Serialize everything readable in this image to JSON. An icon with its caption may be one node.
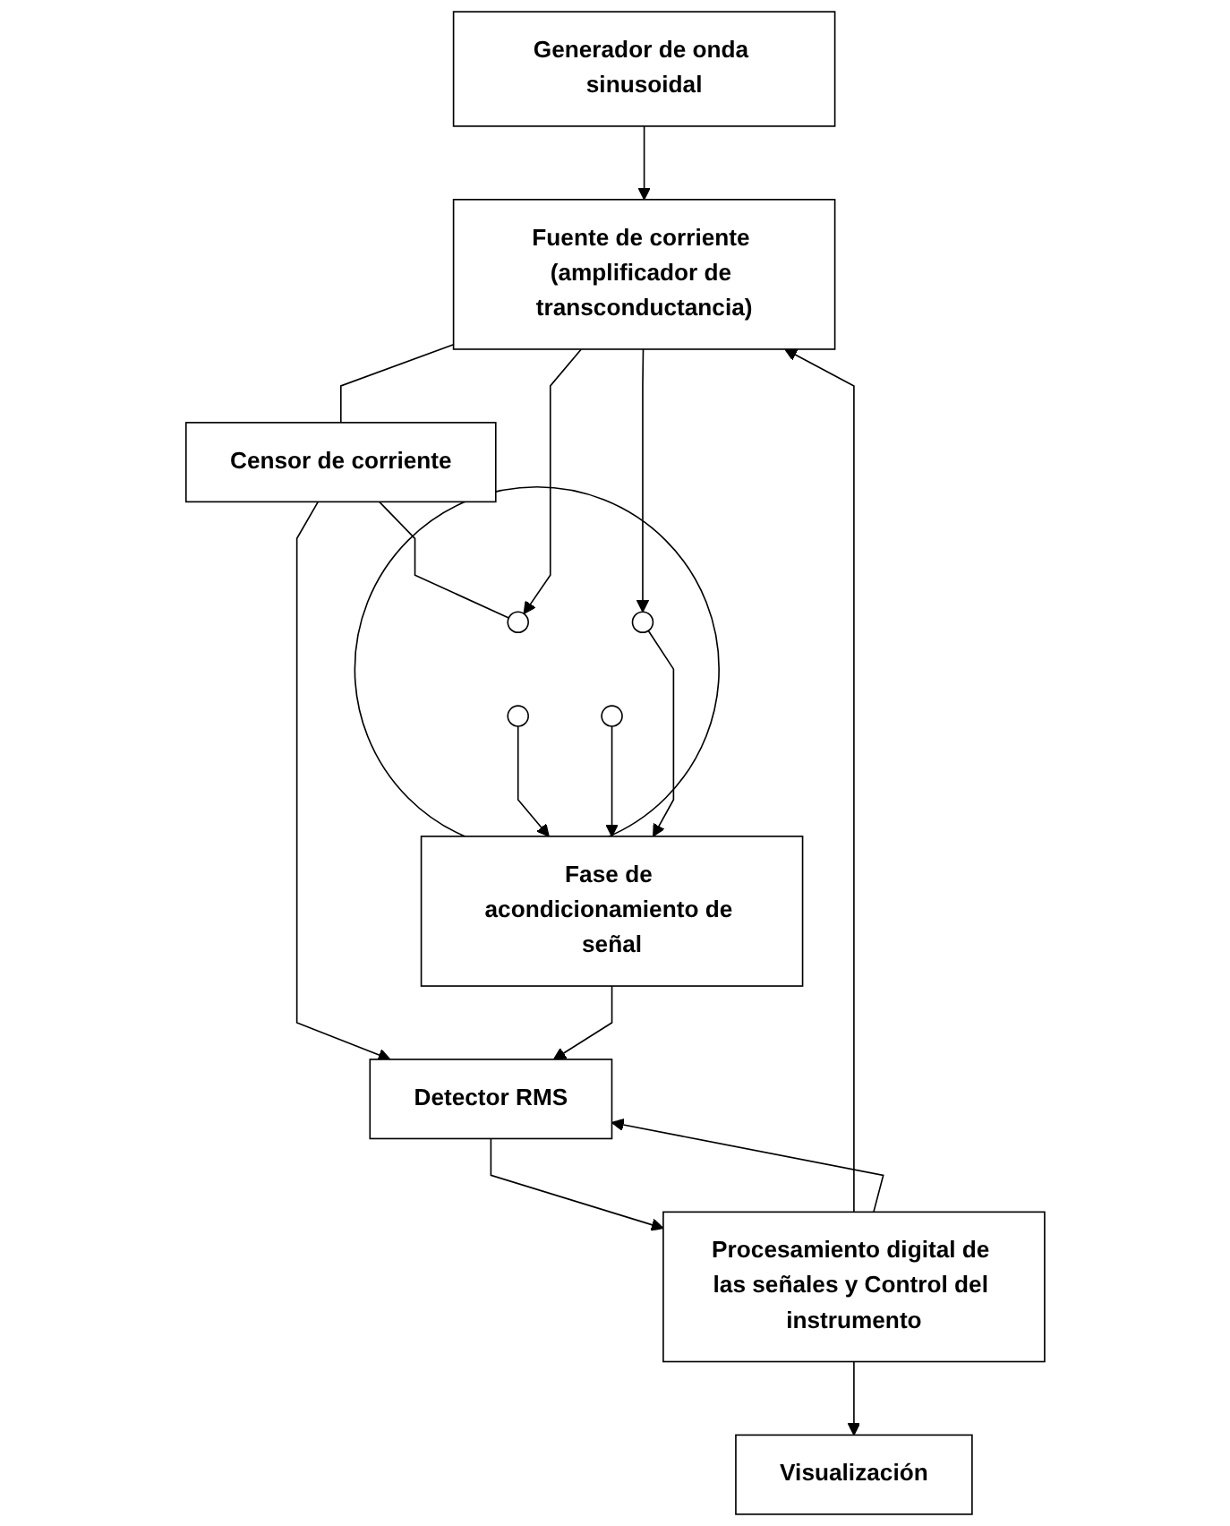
{
  "diagram": {
    "nodes": [
      {
        "text": [
          "Generador de onda sinusoidal"
        ]
      },
      {
        "text": [
          "Fuente de corriente (amplificador de transconductancia)"
        ]
      },
      {
        "text": [
          "Censor de corriente"
        ]
      },
      {
        "text": [],
        "shape": "circle"
      },
      {
        "text": [],
        "shape": "circle",
        "in": 3
      },
      {
        "text": [],
        "shape": "circle",
        "in": 3
      },
      {
        "text": [],
        "shape": "circle",
        "in": 3
      },
      {
        "text": [],
        "shape": "circle",
        "in": 3
      },
      {
        "text": [
          "Fase de acondicionamiento de señal"
        ]
      },
      {
        "text": [
          "Detector RMS"
        ]
      },
      {
        "text": [
          "Procesamiento digital de las señales y Control del instrumento"
        ]
      },
      {
        "text": [
          "Visualización"
        ]
      }
    ],
    "edges": [
      {
        "from": 0,
        "to": 1,
        "arrow": "to"
      },
      {
        "from": 1,
        "to": 5,
        "arrow": "to"
      },
      {
        "from": 1,
        "to": 2,
        "arrow": "none"
      },
      {
        "from": 2,
        "to": 4,
        "arrow": "none"
      },
      {
        "from": 1,
        "to": 4,
        "arrow": "to"
      },
      {
        "from": 2,
        "to": 9,
        "arrow": "to"
      },
      {
        "from": 6,
        "to": 8,
        "arrow": "to"
      },
      {
        "from": 7,
        "to": 8,
        "arrow": "to"
      },
      {
        "from": 5,
        "to": 8,
        "arrow": "to"
      },
      {
        "from": 8,
        "to": 9,
        "arrow": "to"
      },
      {
        "from": 9,
        "to": 10,
        "arrow": "to"
      },
      {
        "from": 10,
        "to": 1,
        "arrow": "to"
      },
      {
        "from": 10,
        "to": 9,
        "arrow": "to"
      },
      {
        "from": 10,
        "to": 11,
        "arrow": "to"
      }
    ]
  }
}
